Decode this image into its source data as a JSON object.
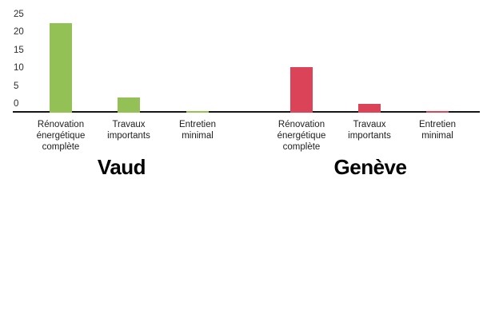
{
  "chart_data": {
    "type": "bar",
    "title": "",
    "xlabel": "",
    "ylabel": "",
    "ylim": [
      0,
      25
    ],
    "yticks": [
      0,
      5,
      10,
      15,
      20,
      25
    ],
    "grid": false,
    "legend_position": "none",
    "axis_color": "#161616",
    "groups": [
      {
        "label": "Vaud",
        "color": "#94c155",
        "categories": [
          "Rénovation\nénergétique\ncomplète",
          "Travaux\nimportants",
          "Entretien\nminimal"
        ],
        "values": [
          25,
          4.2,
          0.5
        ]
      },
      {
        "label": "Genève",
        "color": "#db4358",
        "categories": [
          "Rénovation\nénergétique\ncomplète",
          "Travaux\nimportants",
          "Entretien\nminimal"
        ],
        "values": [
          12.7,
          2.4,
          0.5
        ]
      }
    ]
  }
}
